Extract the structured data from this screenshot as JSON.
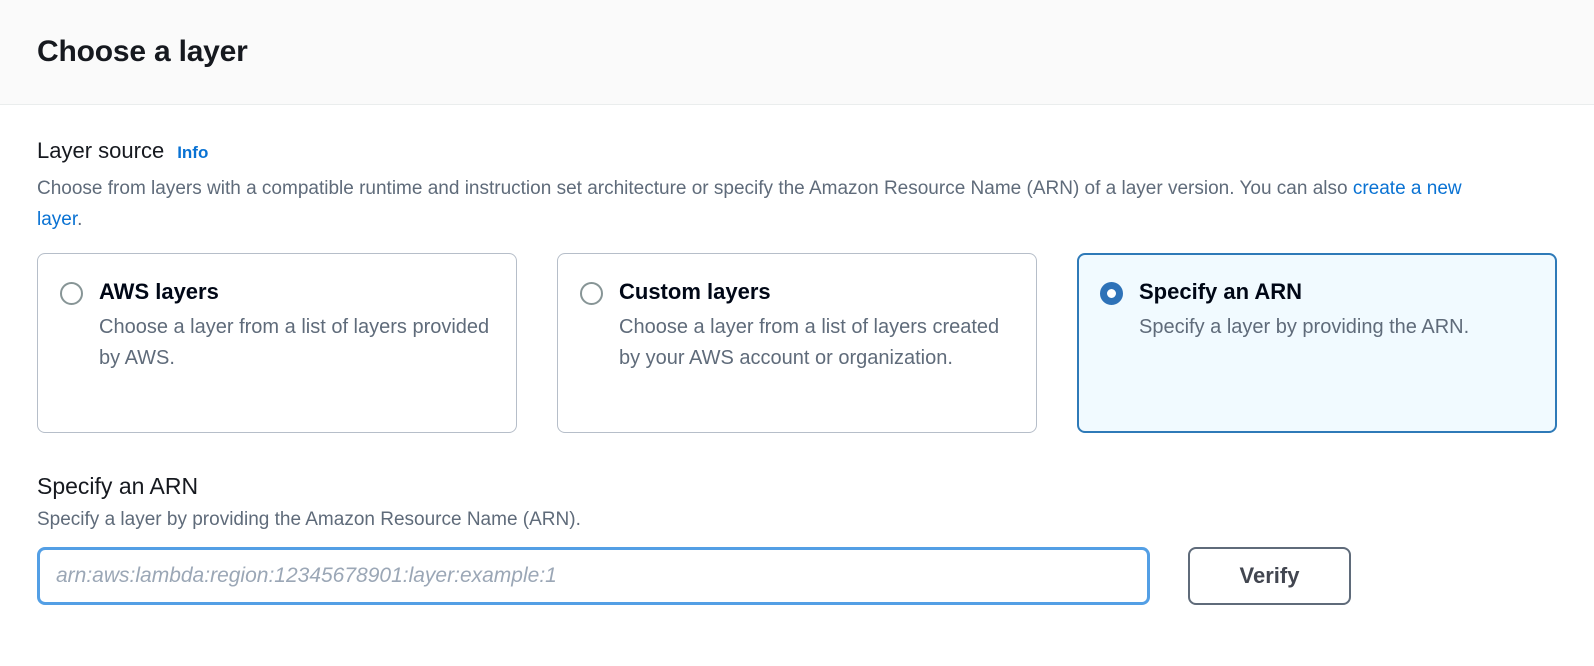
{
  "header": {
    "title": "Choose a layer"
  },
  "layer_source": {
    "label": "Layer source",
    "info_label": "Info",
    "description_before_link": "Choose from layers with a compatible runtime and instruction set architecture or specify the Amazon Resource Name (ARN) of a layer version. You can also ",
    "link_text": "create a new layer",
    "description_after_link": ".",
    "options": [
      {
        "title": "AWS layers",
        "description": "Choose a layer from a list of layers provided by AWS.",
        "selected": false
      },
      {
        "title": "Custom layers",
        "description": "Choose a layer from a list of layers created by your AWS account or organization.",
        "selected": false
      },
      {
        "title": "Specify an ARN",
        "description": "Specify a layer by providing the ARN.",
        "selected": true
      }
    ]
  },
  "arn_section": {
    "title": "Specify an ARN",
    "description": "Specify a layer by providing the Amazon Resource Name (ARN).",
    "input_placeholder": "arn:aws:lambda:region:12345678901:layer:example:1",
    "input_value": "",
    "verify_label": "Verify"
  },
  "colors": {
    "accent_blue": "#0972d3",
    "selected_border": "#2e7ab8",
    "selected_background": "#f1faff",
    "focus_border": "#539fe5",
    "text_muted": "#5f6b7a",
    "header_background": "#fafafa"
  }
}
